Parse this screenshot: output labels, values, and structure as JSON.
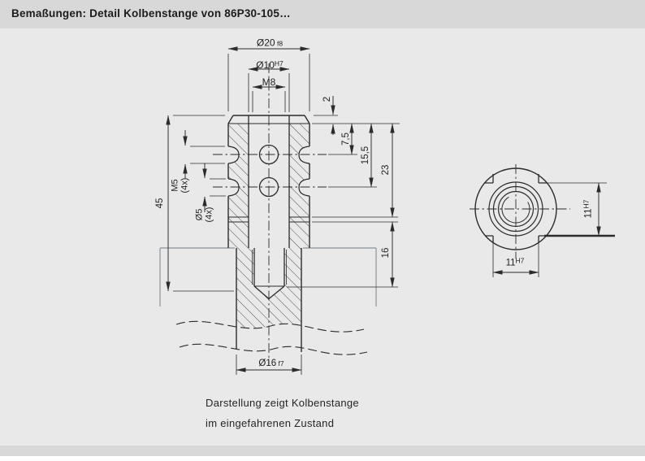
{
  "window": {
    "title": "Bemaßungen: Detail Kolbenstange von 86P30-105…"
  },
  "colors": {
    "background": "#e9e9e9",
    "titlebar": "#d8d8d8",
    "drawing_line": "#2b2b2b",
    "housing_line": "#9aa0a3"
  },
  "front_view": {
    "dims": {
      "d20": {
        "value": "Ø20",
        "fit": "f8"
      },
      "d10": {
        "value": "Ø10",
        "fit": "H7"
      },
      "m8": {
        "value": "M8"
      },
      "depth_2": {
        "value": "2"
      },
      "pos_7_5": {
        "value": "7,5"
      },
      "pos_15_5": {
        "value": "15,5"
      },
      "pos_23": {
        "value": "23"
      },
      "len_16": {
        "value": "16"
      },
      "len_45": {
        "value": "45"
      },
      "m5": {
        "value": "M5",
        "count": "(4x)"
      },
      "d5": {
        "value": "Ø5",
        "count": "(4x)"
      },
      "d16": {
        "value": "Ø16",
        "fit": "f7"
      }
    }
  },
  "side_view": {
    "dims": {
      "width_11": {
        "value": "11",
        "fit": "H7"
      },
      "height_11": {
        "value": "11",
        "fit": "H7"
      }
    }
  },
  "caption": {
    "line1": "Darstellung zeigt Kolbenstange",
    "line2": "im eingefahrenen Zustand"
  }
}
